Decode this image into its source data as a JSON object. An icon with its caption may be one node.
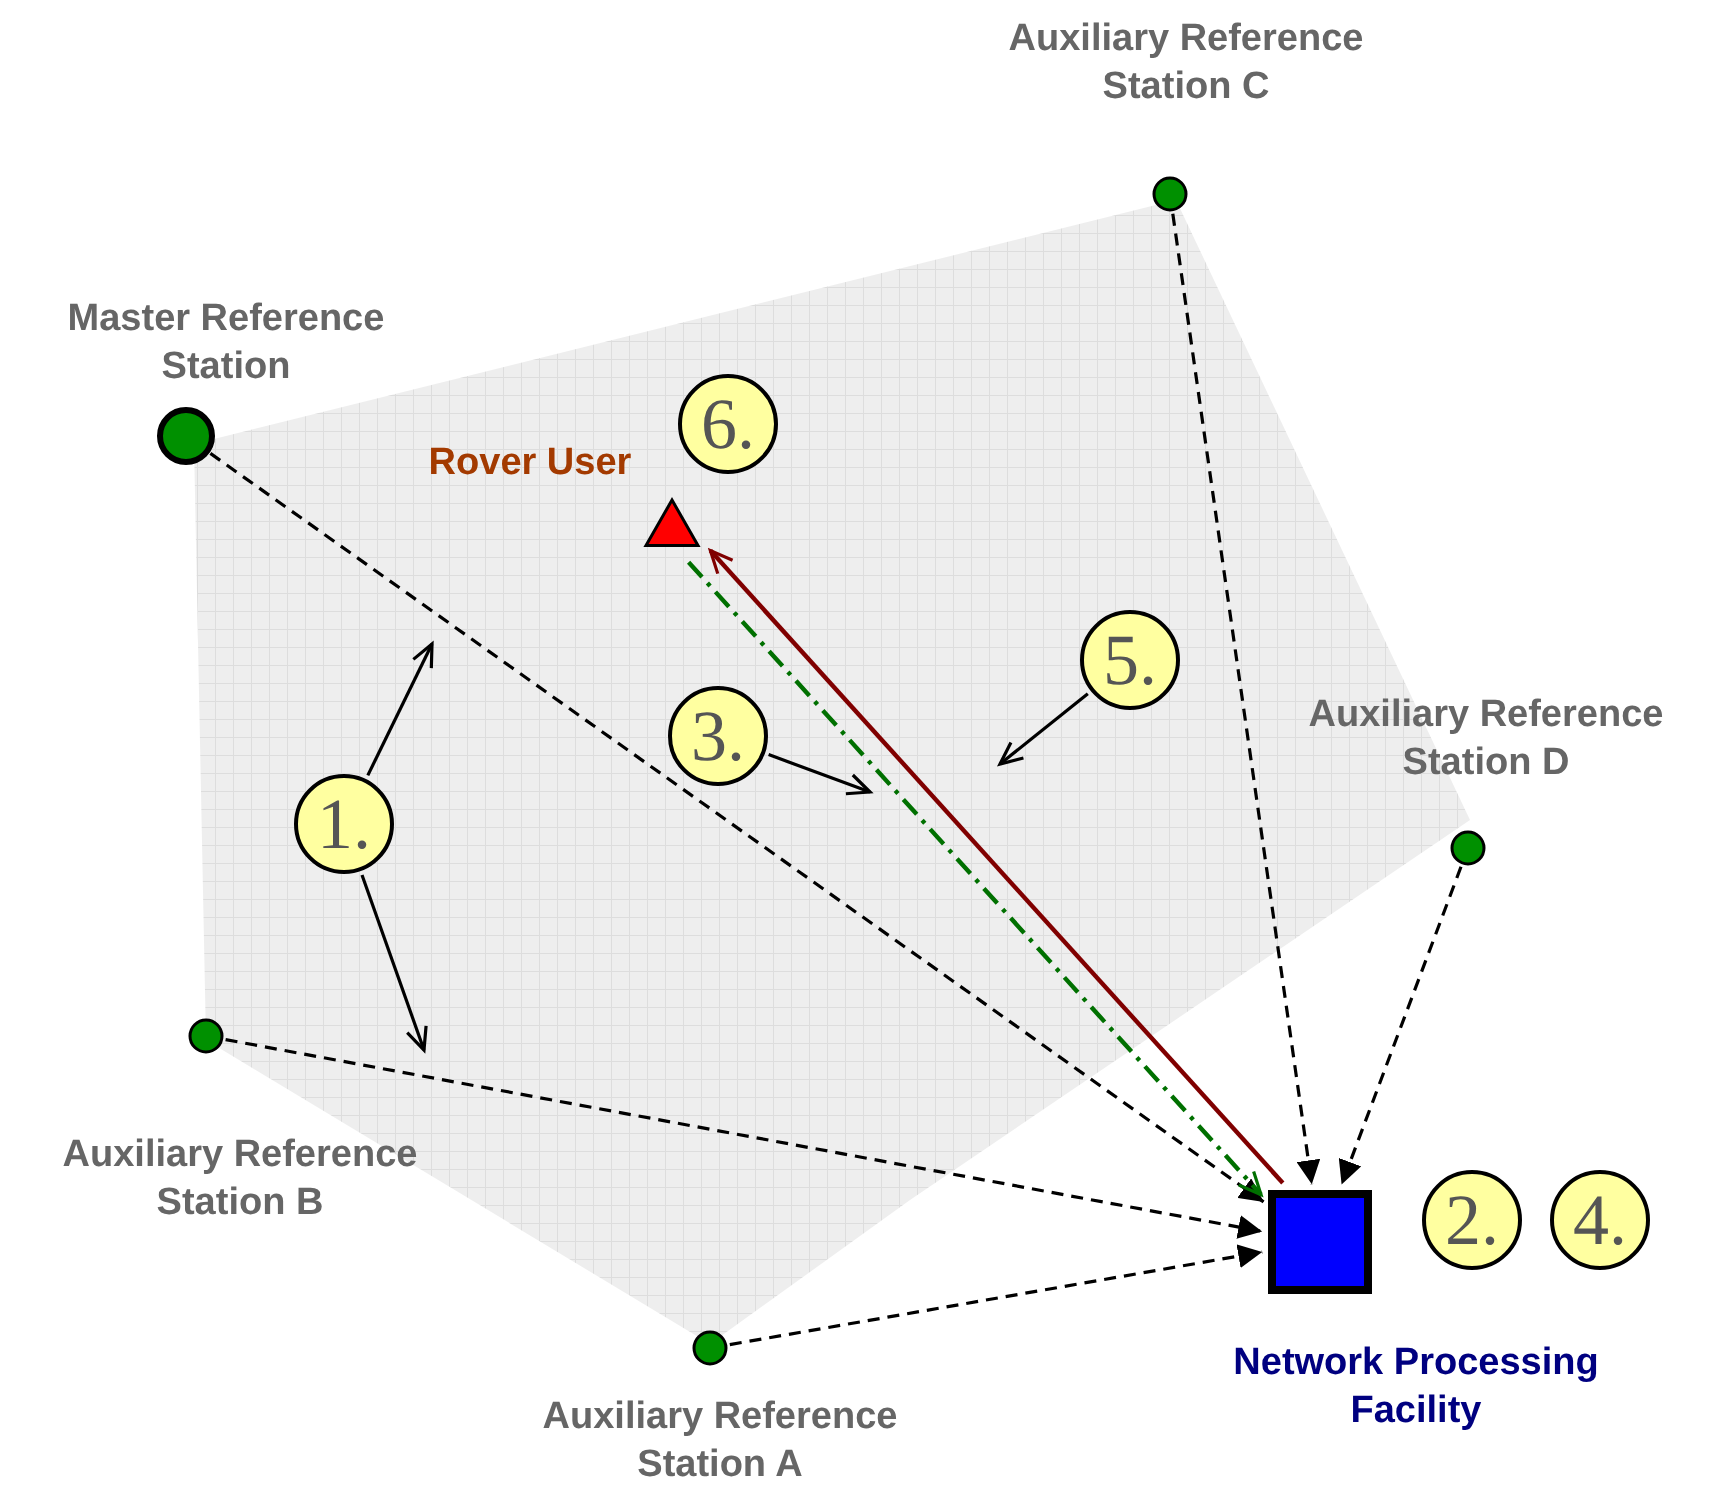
{
  "diagram": {
    "nodes": [
      {
        "text": [
          "Auxiliary Reference Station C"
        ]
      },
      {
        "text": [
          "Master Reference Station"
        ]
      },
      {
        "text": [
          "6."
        ]
      },
      {
        "text": [
          "Rover User"
        ]
      },
      {
        "text": [
          "5."
        ]
      },
      {
        "text": [
          "Auxiliary Reference Station D"
        ]
      },
      {
        "text": [
          "3."
        ]
      },
      {
        "text": [
          "1."
        ]
      },
      {
        "text": [
          "Auxiliary Reference Station B"
        ]
      },
      {
        "text": [
          "2."
        ]
      },
      {
        "text": [
          "4."
        ]
      },
      {
        "text": [
          "Network Processing Facility"
        ]
      },
      {
        "text": [
          "Auxiliary Reference Station A"
        ]
      }
    ],
    "edges": [
      {
        "from": 1,
        "to": 11,
        "arrow": "to",
        "style": "dashed"
      },
      {
        "from": 8,
        "to": 11,
        "arrow": "to",
        "style": "dashed"
      },
      {
        "from": 12,
        "to": 11,
        "arrow": "to",
        "style": "dashed"
      },
      {
        "from": 0,
        "to": 11,
        "arrow": "to",
        "style": "dashed"
      },
      {
        "from": 5,
        "to": 11,
        "arrow": "to",
        "style": "dashed"
      },
      {
        "from": 11,
        "to": 3,
        "arrow": "to",
        "color": "#800000"
      },
      {
        "from": 3,
        "to": 11,
        "arrow": "to",
        "style": "dashed",
        "color": "#007000"
      },
      {
        "from": 7,
        "to": null,
        "arrow": "to"
      },
      {
        "from": 7,
        "to": null,
        "arrow": "to"
      },
      {
        "from": 6,
        "to": null,
        "arrow": "to"
      },
      {
        "from": 4,
        "to": null,
        "arrow": "to"
      }
    ]
  }
}
